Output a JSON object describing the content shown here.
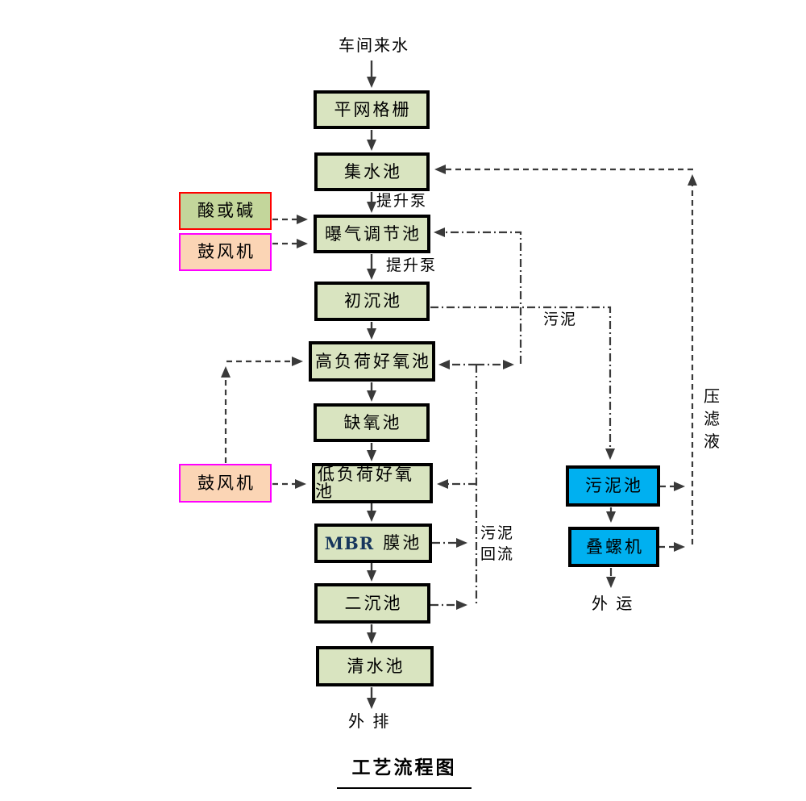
{
  "title": "工艺流程图",
  "nodes": {
    "flat_screen": "平网格栅",
    "collection_tank": "集水池",
    "aeration_regulating_tank": "曝气调节池",
    "primary_sedimentation_tank": "初沉池",
    "high_load_aerobic_tank": "高负荷好氧池",
    "anoxic_tank": "缺氧池",
    "low_load_aerobic_tank": "低负荷好氧池",
    "mbr_membrane_tank_prefix": "MBR",
    "mbr_membrane_tank_suffix": "膜池",
    "secondary_sedimentation_tank": "二沉池",
    "clear_water_tank": "清水池",
    "acid_or_alkali": "酸或碱",
    "blower_upper": "鼓风机",
    "blower_lower": "鼓风机",
    "sludge_tank": "污泥池",
    "screw_press": "叠螺机"
  },
  "labels": {
    "inlet": "车间来水",
    "outlet": "外 排",
    "haul_away": "外 运",
    "lift_pump_upper": "提升泵",
    "lift_pump_lower": "提升泵",
    "sludge": "污泥",
    "sludge_return_line1": "污泥",
    "sludge_return_line2": "回流",
    "filtrate_char1": "压",
    "filtrate_char2": "滤",
    "filtrate_char3": "液"
  },
  "colors": {
    "process_fill": "#d9e4c0",
    "dosing_fill": "#c3d69b",
    "blower_fill": "#fbd5b5",
    "sludge_fill": "#00b0f0",
    "dosing_border": "#ff0000",
    "blower_border": "#ff00ff",
    "box_border": "#000000",
    "line_color": "#3a3a3a",
    "mbr_text": "#17365d"
  }
}
